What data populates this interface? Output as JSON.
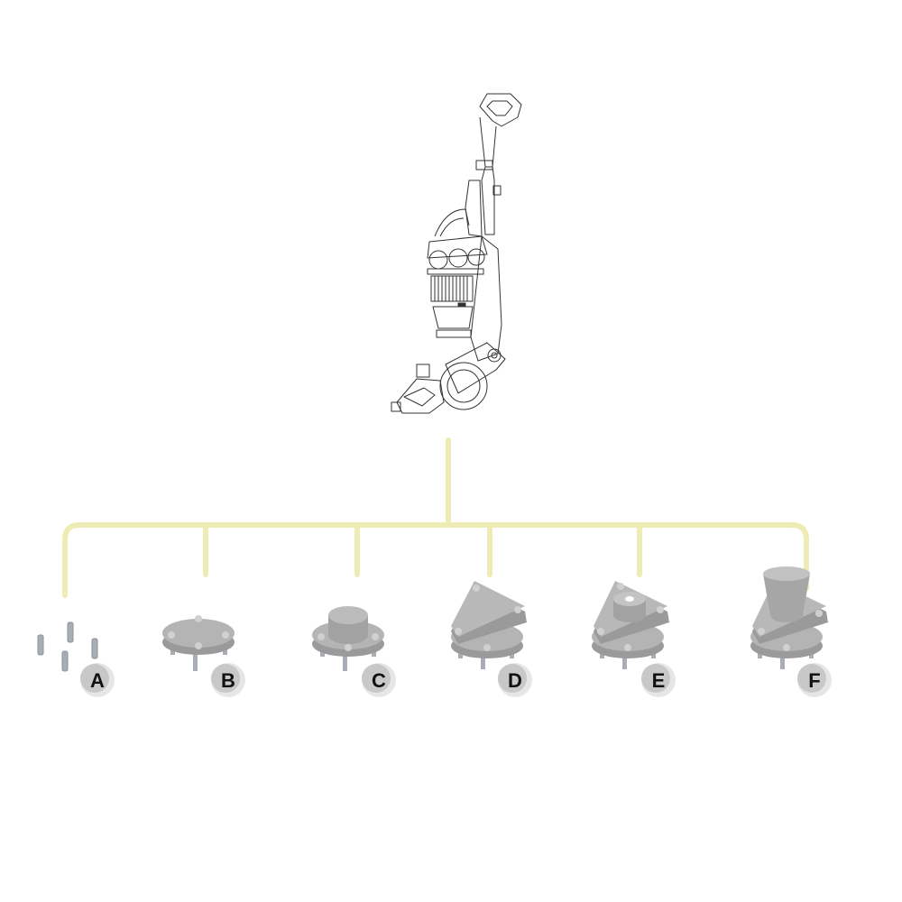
{
  "colors": {
    "connector": "#efebb4",
    "part_fill": "#b4b4b4",
    "part_dark": "#9a9a9a",
    "part_light": "#cfcfcf",
    "badge_fill": "#c8c8c8",
    "badge_ring": "#e6e6e6",
    "pin_fill": "#a9adb5",
    "outline": "#333333"
  },
  "device": {
    "icon": "upright-vacuum-cleaner-icon"
  },
  "steps": [
    {
      "label": "A",
      "icon": "loose-pins-icon"
    },
    {
      "label": "B",
      "icon": "pinned-disc-icon"
    },
    {
      "label": "C",
      "icon": "disc-with-hub-icon"
    },
    {
      "label": "D",
      "icon": "disc-with-triangular-plate-icon"
    },
    {
      "label": "E",
      "icon": "disc-with-plate-and-boss-icon"
    },
    {
      "label": "F",
      "icon": "disc-with-plate-and-cup-icon"
    }
  ]
}
